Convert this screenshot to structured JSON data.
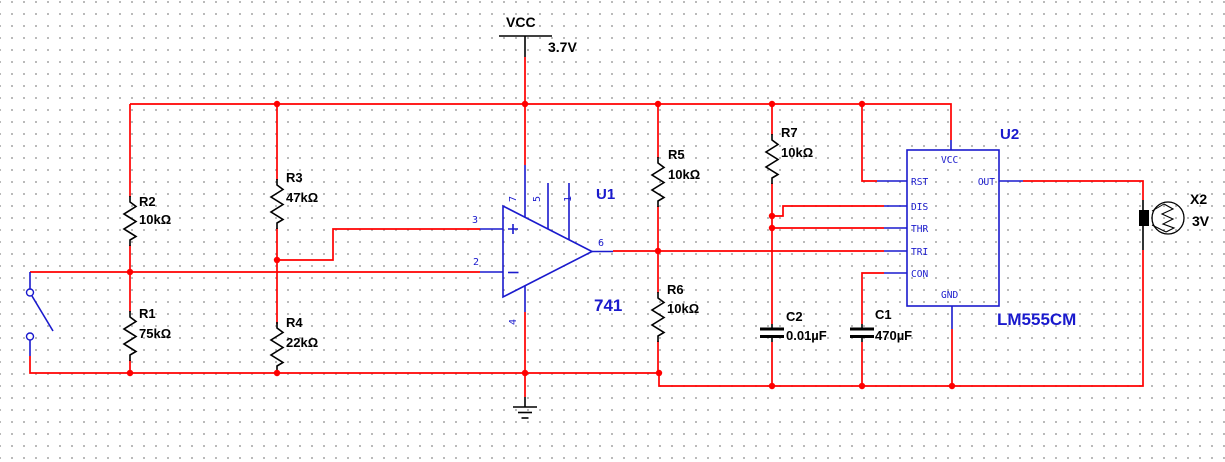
{
  "schematic": {
    "power": {
      "label": "VCC",
      "voltage": "3.7V"
    },
    "resistors": [
      {
        "ref": "R1",
        "value": "75kΩ"
      },
      {
        "ref": "R2",
        "value": "10kΩ"
      },
      {
        "ref": "R3",
        "value": "47kΩ"
      },
      {
        "ref": "R4",
        "value": "22kΩ"
      },
      {
        "ref": "R5",
        "value": "10kΩ"
      },
      {
        "ref": "R6",
        "value": "10kΩ"
      },
      {
        "ref": "R7",
        "value": "10kΩ"
      }
    ],
    "capacitors": [
      {
        "ref": "C2",
        "value": "0.01µF"
      },
      {
        "ref": "C1",
        "value": "470µF"
      }
    ],
    "opamp": {
      "ref": "U1",
      "part": "741",
      "pin3": "3",
      "pin2": "2",
      "pin6": "6",
      "pin7": "7",
      "pin5": "5",
      "pin1": "1",
      "pin4": "4"
    },
    "timer": {
      "ref": "U2",
      "part": "LM555CM",
      "pin_vcc": "VCC",
      "pin_rst": "RST",
      "pin_dis": "DIS",
      "pin_thr": "THR",
      "pin_tri": "TRI",
      "pin_con": "CON",
      "pin_out": "OUT",
      "pin_gnd": "GND"
    },
    "lamp": {
      "ref": "X2",
      "value": "3V"
    },
    "colors": {
      "wire": "#ff0000",
      "component": "#000000",
      "ic": "#1a1acd",
      "grid_dot": "#a9a9a9",
      "background": "#ffffff"
    }
  }
}
